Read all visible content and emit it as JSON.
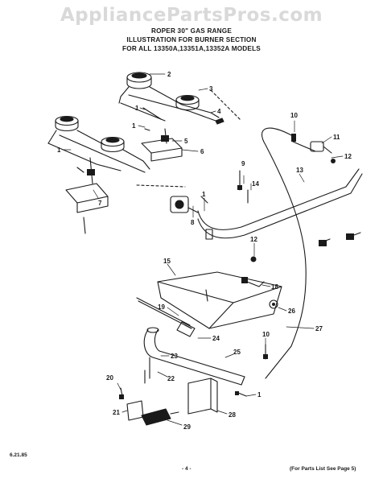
{
  "watermark": "AppliancePartsPros.com",
  "header": {
    "line1": "ROPER 30\" GAS RANGE",
    "line2": "ILLUSTRATION FOR BURNER SECTION",
    "line3": "FOR ALL 13350A,13351A,13352A MODELS"
  },
  "callouts": [
    "1",
    "1",
    "1",
    "1",
    "1",
    "2",
    "3",
    "4",
    "5",
    "6",
    "7",
    "8",
    "9",
    "10",
    "10",
    "11",
    "12",
    "12",
    "13",
    "14",
    "15",
    "18",
    "19",
    "20",
    "21",
    "22",
    "23",
    "24",
    "25",
    "26",
    "27",
    "28",
    "29"
  ],
  "footer": {
    "date": "6.21.85",
    "page": "- 4 -",
    "note": "(For Parts List See Page 5)"
  }
}
